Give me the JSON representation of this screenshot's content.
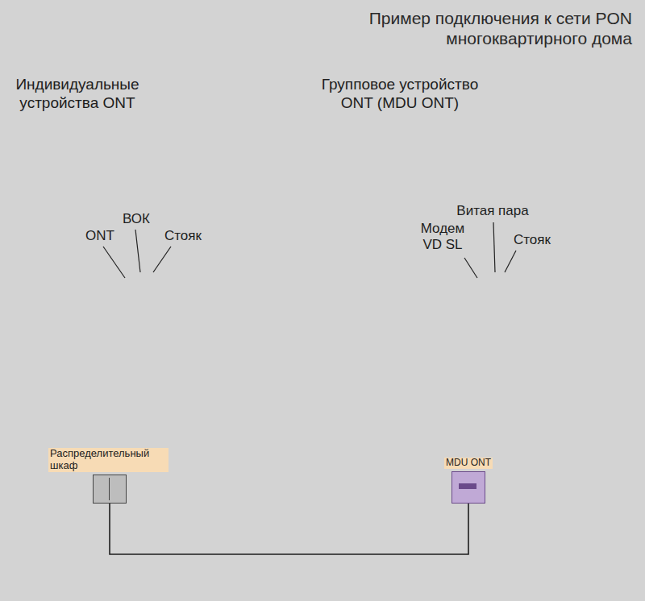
{
  "diagram": {
    "title": "Пример подключения к сети PON многоквартирного дома",
    "nodes": [
      {
        "text": [
          "Индивидуальные устройства ONT"
        ]
      },
      {
        "text": [
          "Распределительный шкаф"
        ],
        "in": 0
      },
      {
        "text": [
          "Групповое устройство ONT (MDU ONT)"
        ]
      },
      {
        "text": [
          "MDU ONT"
        ],
        "in": 2
      }
    ],
    "edges": [
      {
        "from": 1,
        "to": 3,
        "arrow": "none"
      }
    ],
    "labels": [
      "ONT",
      "ВОК",
      "Стояк",
      "Витая пара",
      "Модем VD SL",
      "Стояк"
    ]
  }
}
